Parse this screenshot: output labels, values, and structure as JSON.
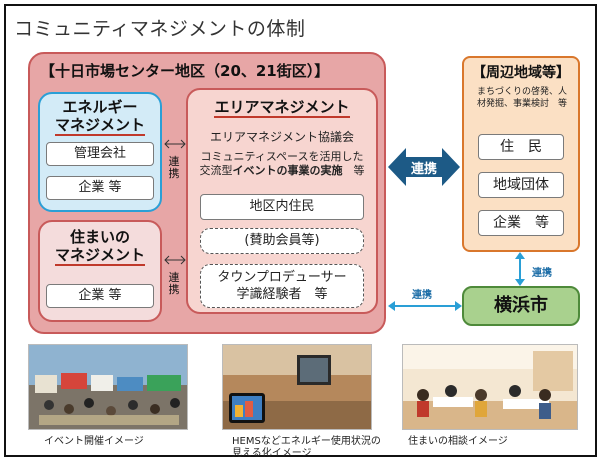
{
  "title": "コミュニティマネジメントの体制",
  "main_panel": {
    "title": "【十日市場センター地区（20、21街区）】",
    "energy": {
      "title_line1": "エネルギー",
      "title_line2": "マネジメント",
      "items": [
        "管理会社",
        "企業 等"
      ]
    },
    "sumai": {
      "title_line1": "住まいの",
      "title_line2": "マネジメント",
      "items": [
        "企業 等"
      ]
    },
    "area": {
      "title": "エリアマネジメント",
      "council": "エリアマネジメント協議会",
      "desc_line1": "コミュニティスペースを活用した",
      "desc_line2_pre": "交流型",
      "desc_line2_bold": "イベントの事業の実施",
      "desc_line2_post": "　等",
      "items": [
        "地区内住民",
        "(賛助会員等)",
        "タウンプロデューサー",
        "学識経験者　等"
      ]
    },
    "renkei_vertical": "連携"
  },
  "big_arrow_label": "連携",
  "peripheral": {
    "title": "【周辺地域等】",
    "desc_line1": "まちづくりの啓発、人",
    "desc_line2": "材発掘、事業検討　等",
    "items": [
      "住　民",
      "地域団体",
      "企業　等"
    ]
  },
  "yokohama": "横浜市",
  "renkei_right": "連携",
  "renkei_bottom": "連携",
  "captions": {
    "event": "イベント開催イメージ",
    "hems_line1": "HEMSなどエネルギー使用状況の",
    "hems_line2": "見える化イメージ",
    "consult": "住まいの相談イメージ"
  },
  "colors": {
    "main_panel": "#e7a6a6",
    "energy_border": "#2a9fd6",
    "peripheral": "#fbe0c4",
    "yokohama": "#a9d18e",
    "big_arrow": "#1d5a86",
    "small_arrow": "#2a9fd6"
  }
}
